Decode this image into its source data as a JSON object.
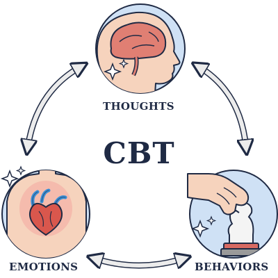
{
  "diagram": {
    "center_label": "CBT",
    "nodes": {
      "thoughts": {
        "label": "THOUGHTS",
        "illustration": "head-with-brain"
      },
      "emotions": {
        "label": "EMOTIONS",
        "illustration": "torso-with-heart"
      },
      "behaviors": {
        "label": "BEHAVIORS",
        "illustration": "hand-moving-chess-knight"
      }
    },
    "connectors": [
      {
        "from": "thoughts",
        "to": "behaviors",
        "style": "double-headed-arrow"
      },
      {
        "from": "behaviors",
        "to": "emotions",
        "style": "double-headed-arrow"
      },
      {
        "from": "emotions",
        "to": "thoughts",
        "style": "double-headed-arrow"
      }
    ],
    "colors": {
      "outline": "#1f2a44",
      "circle_fill": "#cfe1f5",
      "skin": "#f6d3bd",
      "brain": "#e07f73",
      "heart": "#d9574d",
      "vein": "#3a8fd6",
      "arrow_fill": "#ececec"
    }
  }
}
